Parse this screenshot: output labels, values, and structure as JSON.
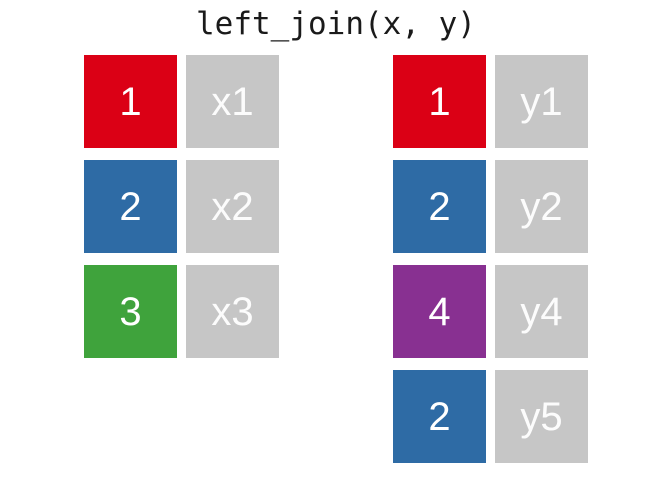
{
  "title": "left_join(x, y)",
  "colors": {
    "red": "#db0015",
    "blue": "#2e6ba5",
    "green": "#3fa33c",
    "purple": "#883091",
    "gray": "#c6c6c6",
    "key_text": "#ffffff",
    "value_text": "#fcfcfc",
    "title_text": "#1a1a1a",
    "background": "#ffffff"
  },
  "tables": {
    "x": {
      "name": "x",
      "rows": [
        {
          "key": "1",
          "key_color": "red",
          "value": "x1"
        },
        {
          "key": "2",
          "key_color": "blue",
          "value": "x2"
        },
        {
          "key": "3",
          "key_color": "green",
          "value": "x3"
        }
      ]
    },
    "y": {
      "name": "y",
      "rows": [
        {
          "key": "1",
          "key_color": "red",
          "value": "y1"
        },
        {
          "key": "2",
          "key_color": "blue",
          "value": "y2"
        },
        {
          "key": "4",
          "key_color": "purple",
          "value": "y4"
        },
        {
          "key": "2",
          "key_color": "blue",
          "value": "y5"
        }
      ]
    }
  }
}
